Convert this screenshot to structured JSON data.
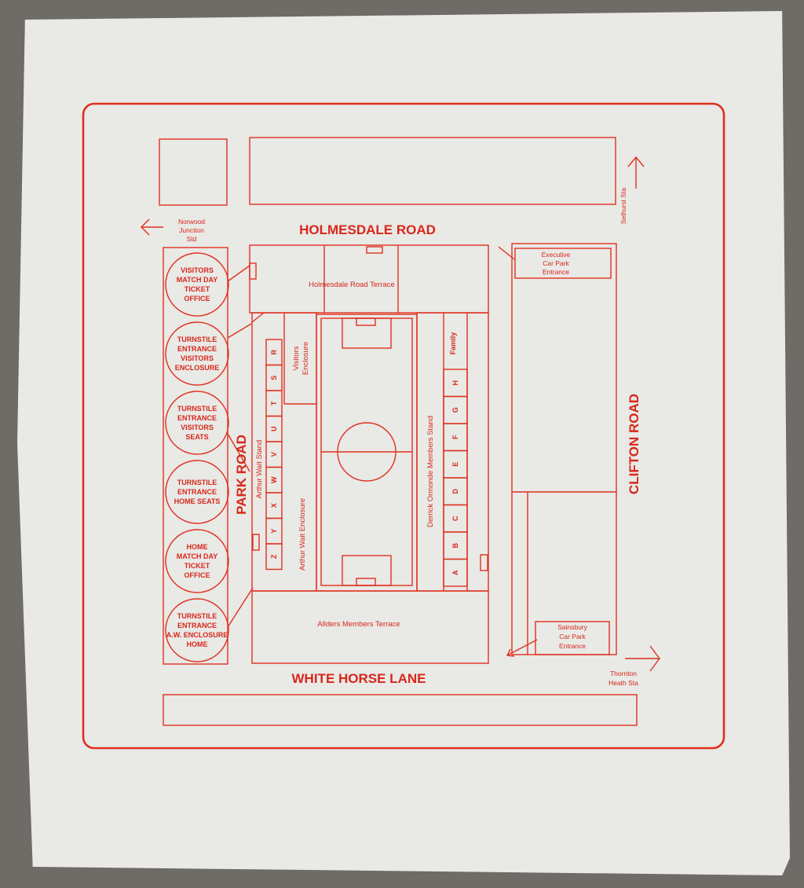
{
  "roads": {
    "north": "HOLMESDALE ROAD",
    "south": "WHITE HORSE LANE",
    "west": "PARK ROAD",
    "east": "CLIFTON ROAD"
  },
  "stations": {
    "norwood": [
      "Norwood",
      "Junction",
      "Std"
    ],
    "selhurst": "Selhurst Sta",
    "thornton": [
      "Thornton",
      "Heath Sta"
    ]
  },
  "entrances": {
    "executive": [
      "Executive",
      "Car Park",
      "Entrance"
    ],
    "sainsbury": [
      "Sainsbury",
      "Car Park",
      "Entrance"
    ]
  },
  "stands": {
    "holmesdale": "Holmesdale Road Terrace",
    "alders": "Allders Members Terrace",
    "derrick": "Derrick Ormonde Members Stand",
    "arthur_stand": "Arthur Wait Stand",
    "arthur_enclosure": "Arthur Wait Enclosure",
    "visitors_enclosure": [
      "Visitors",
      "Enclosure"
    ],
    "family": "Family"
  },
  "blocks_east": [
    "H",
    "G",
    "F",
    "E",
    "D",
    "C",
    "B",
    "A"
  ],
  "blocks_west": [
    "R",
    "S",
    "T",
    "U",
    "V",
    "W",
    "X",
    "Y",
    "Z"
  ],
  "circles": [
    [
      "VISITORS",
      "MATCH DAY",
      "TICKET",
      "OFFICE"
    ],
    [
      "TURNSTILE",
      "ENTRANCE",
      "VISITORS",
      "ENCLOSURE"
    ],
    [
      "TURNSTILE",
      "ENTRANCE",
      "VISITORS",
      "SEATS"
    ],
    [
      "TURNSTILE",
      "ENTRANCE",
      "HOME SEATS"
    ],
    [
      "HOME",
      "MATCH DAY",
      "TICKET",
      "OFFICE"
    ],
    [
      "TURNSTILE",
      "ENTRANCE",
      "A.W. ENCLOSURE",
      "HOME"
    ]
  ]
}
